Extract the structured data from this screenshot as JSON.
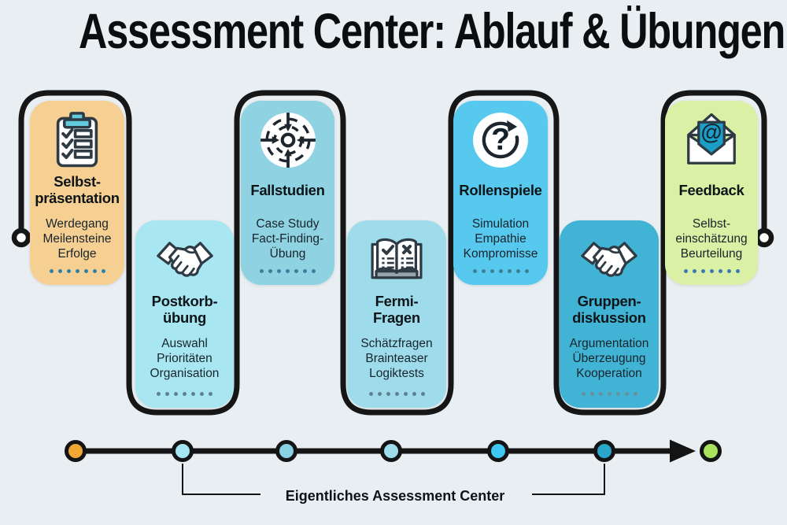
{
  "title": "Assessment Center: Ablauf & Übungen",
  "cards": [
    {
      "name": "selbstpraesentation",
      "icon": "clipboard-checklist-icon",
      "color": "#f6cf92",
      "dots_color": "#2e82a8",
      "title_lines": [
        "Selbst-",
        "präsentation"
      ],
      "keywords": [
        "Werdegang",
        "Meilensteine",
        "Erfolge"
      ]
    },
    {
      "name": "postkorbuebung",
      "icon": "handshake-icon",
      "color": "#a8e7f2",
      "dots_color": "#5e8290",
      "title_lines": [
        "Postkorb-",
        "übung"
      ],
      "keywords": [
        "Auswahl",
        "Prioritäten",
        "Organisation"
      ]
    },
    {
      "name": "fallstudien",
      "icon": "target-crosshair-icon",
      "color": "#8fd3e2",
      "dots_color": "#38809e",
      "title_lines": [
        "Fallstudien"
      ],
      "keywords": [
        "Case Study",
        "Fact-Finding-",
        "Übung"
      ]
    },
    {
      "name": "fermi-fragen",
      "icon": "open-book-icon",
      "color": "#9edcec",
      "dots_color": "#5e8290",
      "title_lines": [
        "Fermi-",
        "Fragen"
      ],
      "keywords": [
        "Schätzfragen",
        "Brainteaser",
        "Logiktests"
      ]
    },
    {
      "name": "rollenspiele",
      "icon": "question-refresh-icon",
      "color": "#57c9ee",
      "dots_color": "#3f7f95",
      "title_lines": [
        "Rollenspiele"
      ],
      "keywords": [
        "Simulation",
        "Empathie",
        "Kompromisse"
      ]
    },
    {
      "name": "gruppendiskussion",
      "icon": "handshake-icon",
      "color": "#41b3d5",
      "dots_color": "#67919f",
      "title_lines": [
        "Gruppen-",
        "diskussion"
      ],
      "keywords": [
        "Argumentation",
        "Überzeugung",
        "Kooperation"
      ]
    },
    {
      "name": "feedback",
      "icon": "email-at-envelope-icon",
      "color": "#d9f0a5",
      "dots_color": "#3c79b6",
      "title_lines": [
        "Feedback"
      ],
      "keywords": [
        "Selbst-",
        "einschätzung",
        "Beurteilung"
      ]
    }
  ],
  "timeline": {
    "nodes": [
      {
        "color": "#f2a735"
      },
      {
        "color": "#a5e6f2"
      },
      {
        "color": "#87d1e2"
      },
      {
        "color": "#9edcec"
      },
      {
        "color": "#3ec7f1"
      },
      {
        "color": "#2aa6c9"
      },
      {
        "color": "#a9e35e"
      }
    ],
    "label": "Eigentliches Assessment Center",
    "bracket_from_node": 1,
    "bracket_to_node": 5
  },
  "colors": {
    "background": "#e8eef1",
    "path": "#161616",
    "icon_outline": "#2e3a44",
    "accent_teal": "#1b9fc9",
    "clip_teal": "#63cade"
  }
}
